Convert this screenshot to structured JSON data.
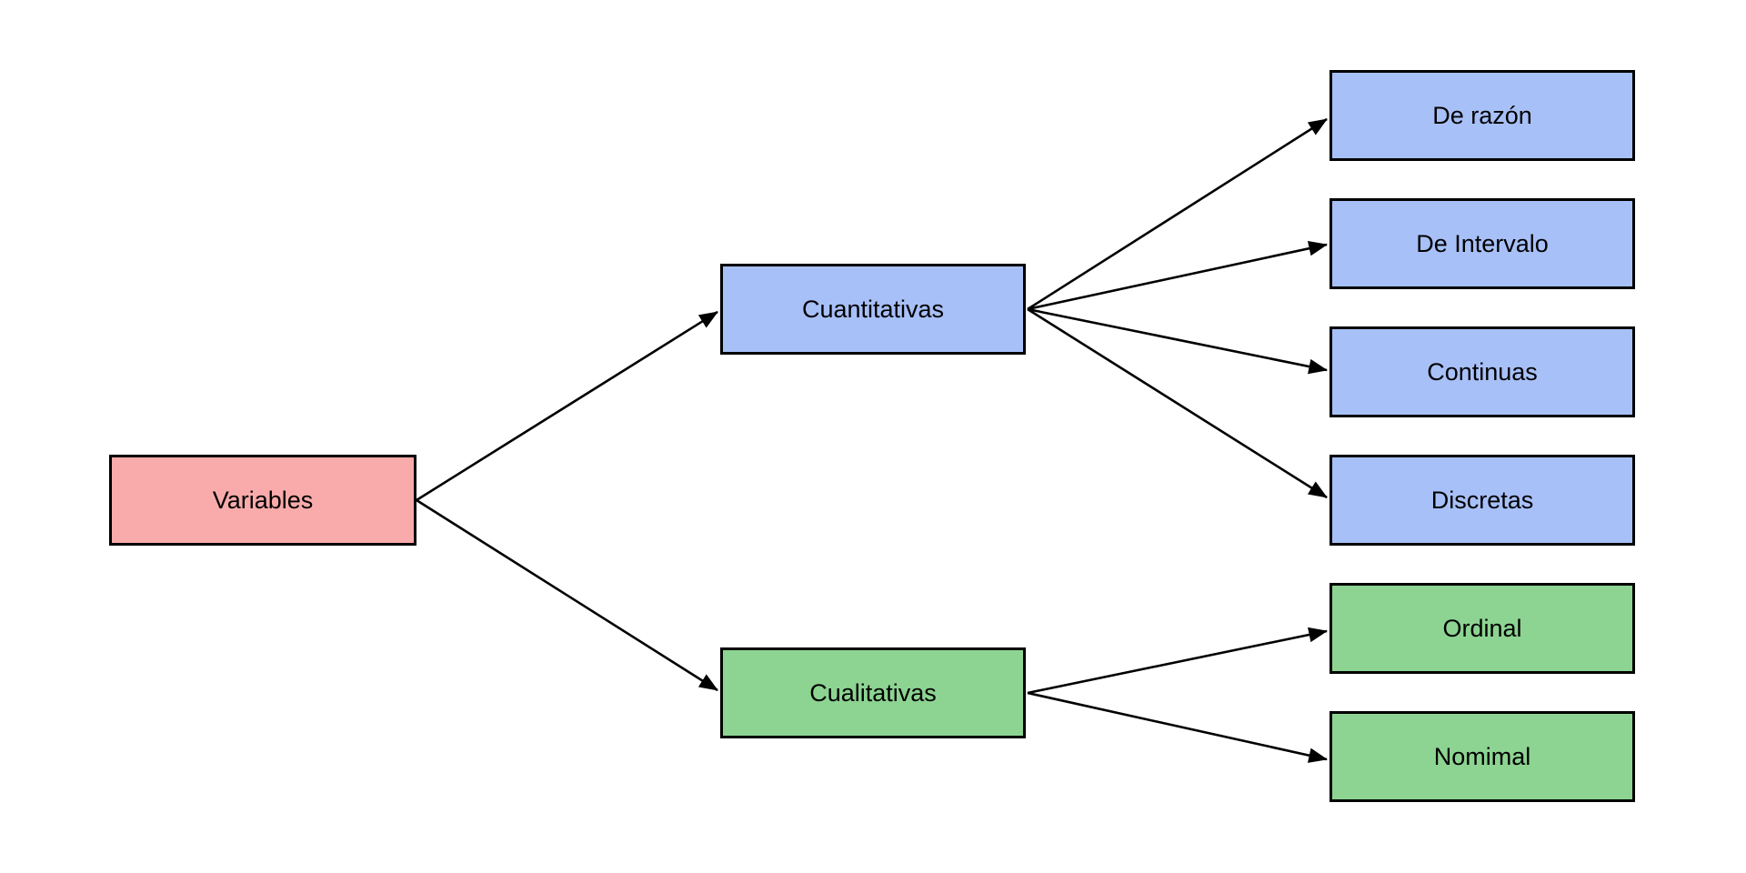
{
  "diagram": {
    "background_color": "#ffffff",
    "edge_color": "#000000",
    "border_color": "#000000",
    "colors": {
      "root_pink": "#f9abab",
      "quantitative_blue": "#a8c0f8",
      "qualitative_green": "#8dd492"
    },
    "nodes": {
      "variables": {
        "label": "Variables",
        "fill": "#f9abab"
      },
      "cuantitativas": {
        "label": "Cuantitativas",
        "fill": "#a8c0f8"
      },
      "de_razon": {
        "label": "De razón",
        "fill": "#a8c0f8"
      },
      "de_intervalo": {
        "label": "De Intervalo",
        "fill": "#a8c0f8"
      },
      "continuas": {
        "label": "Continuas",
        "fill": "#a8c0f8"
      },
      "discretas": {
        "label": "Discretas",
        "fill": "#a8c0f8"
      },
      "cualitativas": {
        "label": "Cualitativas",
        "fill": "#8dd492"
      },
      "ordinal": {
        "label": "Ordinal",
        "fill": "#8dd492"
      },
      "nomimal": {
        "label": "Nomimal",
        "fill": "#8dd492"
      }
    },
    "edges": [
      {
        "from": "Variables",
        "to": "Cuantitativas"
      },
      {
        "from": "Variables",
        "to": "Cualitativas"
      },
      {
        "from": "Cuantitativas",
        "to": "De razón"
      },
      {
        "from": "Cuantitativas",
        "to": "De Intervalo"
      },
      {
        "from": "Cuantitativas",
        "to": "Continuas"
      },
      {
        "from": "Cuantitativas",
        "to": "Discretas"
      },
      {
        "from": "Cualitativas",
        "to": "Ordinal"
      },
      {
        "from": "Cualitativas",
        "to": "Nomimal"
      }
    ]
  }
}
